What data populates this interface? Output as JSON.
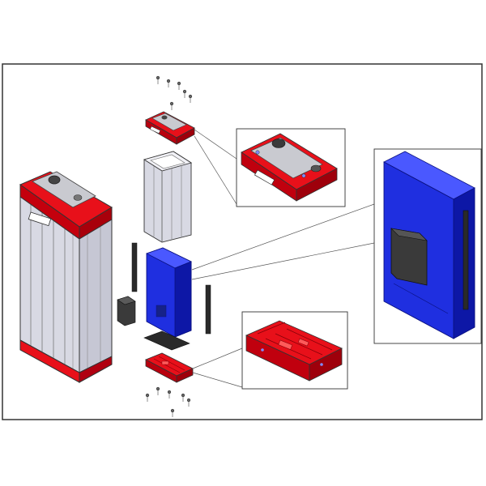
{
  "diagram": {
    "kind": "exploded-assembly",
    "background": "#ffffff",
    "frame_color": "#333333",
    "colors": {
      "red_part": "#e8101a",
      "red_dark": "#b00010",
      "red_light": "#ff5a5a",
      "gray_panel": "#c9cad0",
      "aluminium": "#d8d9e3",
      "aluminium_shade": "#b9bac6",
      "blue_block": "#1f2fe0",
      "blue_dark": "#0d17a6",
      "blue_light": "#4a58ff",
      "black_part": "#2a2a2a",
      "leader_line": "#555555"
    },
    "parts": [
      "assembled-battery-housing",
      "top-cap",
      "top-screws",
      "aluminium-sleeve",
      "battery-cell-block",
      "left-rail",
      "right-rail",
      "pad-block",
      "thin-plate",
      "bottom-tray",
      "bottom-screws"
    ],
    "callouts": [
      "top-cap-detail",
      "battery-block-detail",
      "bottom-tray-detail"
    ]
  }
}
